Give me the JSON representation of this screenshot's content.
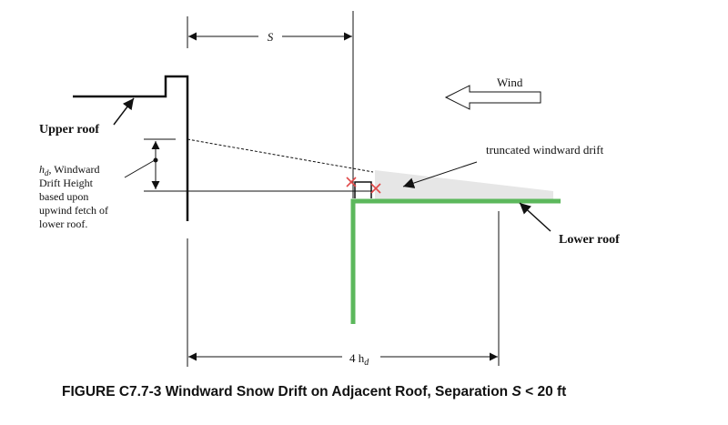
{
  "diagram": {
    "labels": {
      "separation": "S",
      "wind": "Wind",
      "upper_roof": "Upper roof",
      "lower_roof": "Lower roof",
      "truncated_drift": "truncated windward drift",
      "drift_length": "4 h",
      "drift_length_sub": "d"
    },
    "hd_note": {
      "symbol": "h",
      "symbol_sub": "d",
      "first_line_rest": ", Windward",
      "lines": [
        "Drift Height",
        "based upon",
        "upwind fetch of",
        "lower roof."
      ]
    },
    "caption": {
      "prefix": "FIGURE C7.7-3 Windward Snow Drift on Adjacent Roof, Separation ",
      "variable": "S",
      "suffix": " < 20 ft"
    },
    "colors": {
      "lower_roof": "#5cb85c",
      "truncation_marks": "#e04848",
      "drift_fill": "#e6e6e6",
      "lines": "#111111"
    }
  }
}
